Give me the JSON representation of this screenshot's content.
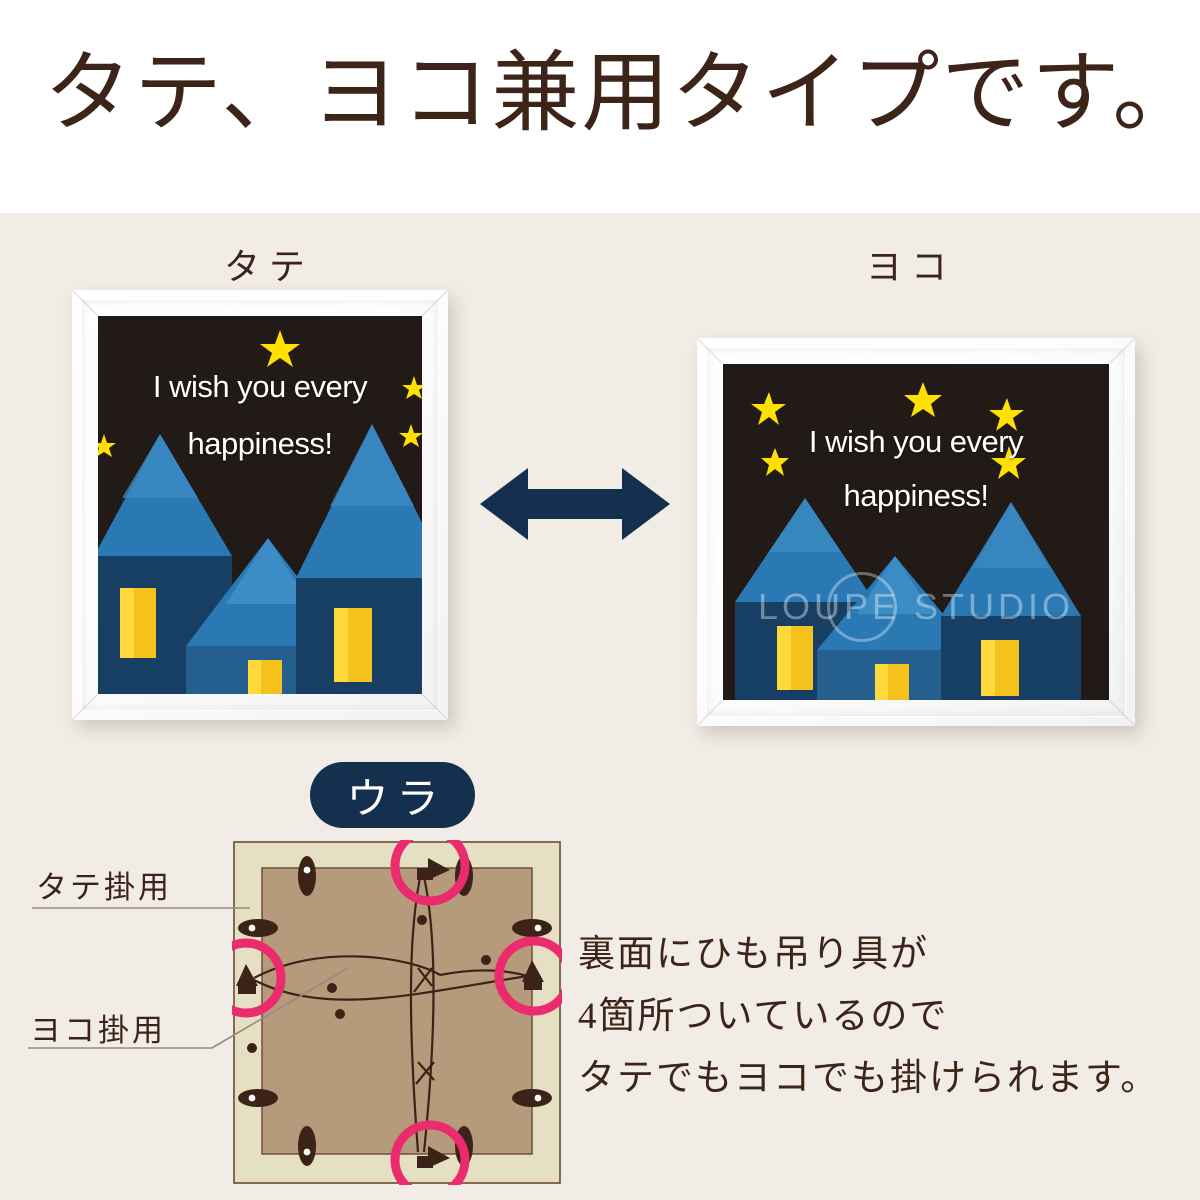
{
  "header": {
    "title": "タテ、ヨコ兼用タイプです。",
    "title_color": "#3d2418",
    "background": "#ffffff"
  },
  "page": {
    "body_background": "#f1ece6"
  },
  "orientation_samples": [
    {
      "caption": "タテ",
      "name": "portrait",
      "artwork": {
        "line1": "I wish you every",
        "line2": "happiness!",
        "background": "#221a16",
        "text_color": "#ffffff",
        "star_color": "#ffe000",
        "house_dark_blue": "#173f63",
        "house_mid_blue": "#255f8e",
        "roof_blue": "#2a79b5",
        "window_yellow": "#f5c11c"
      }
    },
    {
      "caption": "ヨコ",
      "name": "landscape",
      "artwork": {
        "line1": "I wish you every",
        "line2": "happiness!",
        "background": "#221a16",
        "text_color": "#ffffff",
        "star_color": "#ffe000",
        "house_dark_blue": "#173f63",
        "house_mid_blue": "#255f8e",
        "roof_blue": "#2a79b5",
        "window_yellow": "#f5c11c"
      },
      "watermark": "LOUPE STUDIO"
    }
  ],
  "swap_arrow": {
    "color": "#15304f",
    "direction": "left-right"
  },
  "back_section": {
    "badge": "ウラ",
    "badge_color": "#15304f",
    "badge_text_color": "#ffffff",
    "annotations": [
      {
        "label": "タテ掛用",
        "name": "vertical-hanging"
      },
      {
        "label": "ヨコ掛用",
        "name": "horizontal-hanging"
      }
    ],
    "highlight_color": "#ec2a6e",
    "highlight_count": 4,
    "panel_outer_color": "#e5e0c4",
    "panel_inner_color": "#b59a7c",
    "hardware_color": "#3b2318",
    "description_lines": [
      "裏面にひも吊り具が",
      "4箇所ついているので",
      "タテでもヨコでも掛けられます。"
    ]
  }
}
